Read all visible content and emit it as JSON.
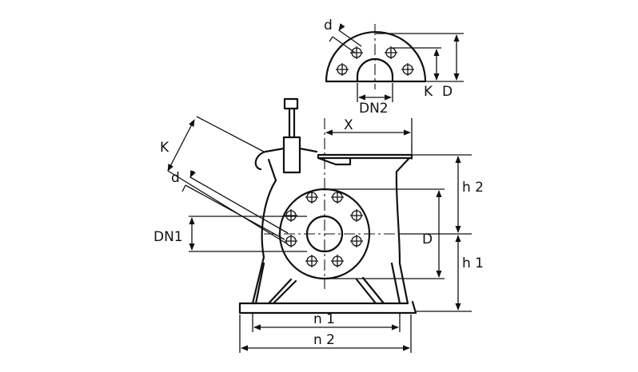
{
  "labels": {
    "d_top": "d",
    "dn2": "DN2",
    "k_top": "K",
    "d_top_flange": "D",
    "x": "X",
    "k_left": "K",
    "d_left": "d",
    "dn1": "DN1",
    "d_main": "D",
    "h2": "h 2",
    "h1": "h 1",
    "n1": "n 1",
    "n2": "n 2"
  },
  "colors": {
    "ink": "#111111",
    "background": "#ffffff"
  }
}
